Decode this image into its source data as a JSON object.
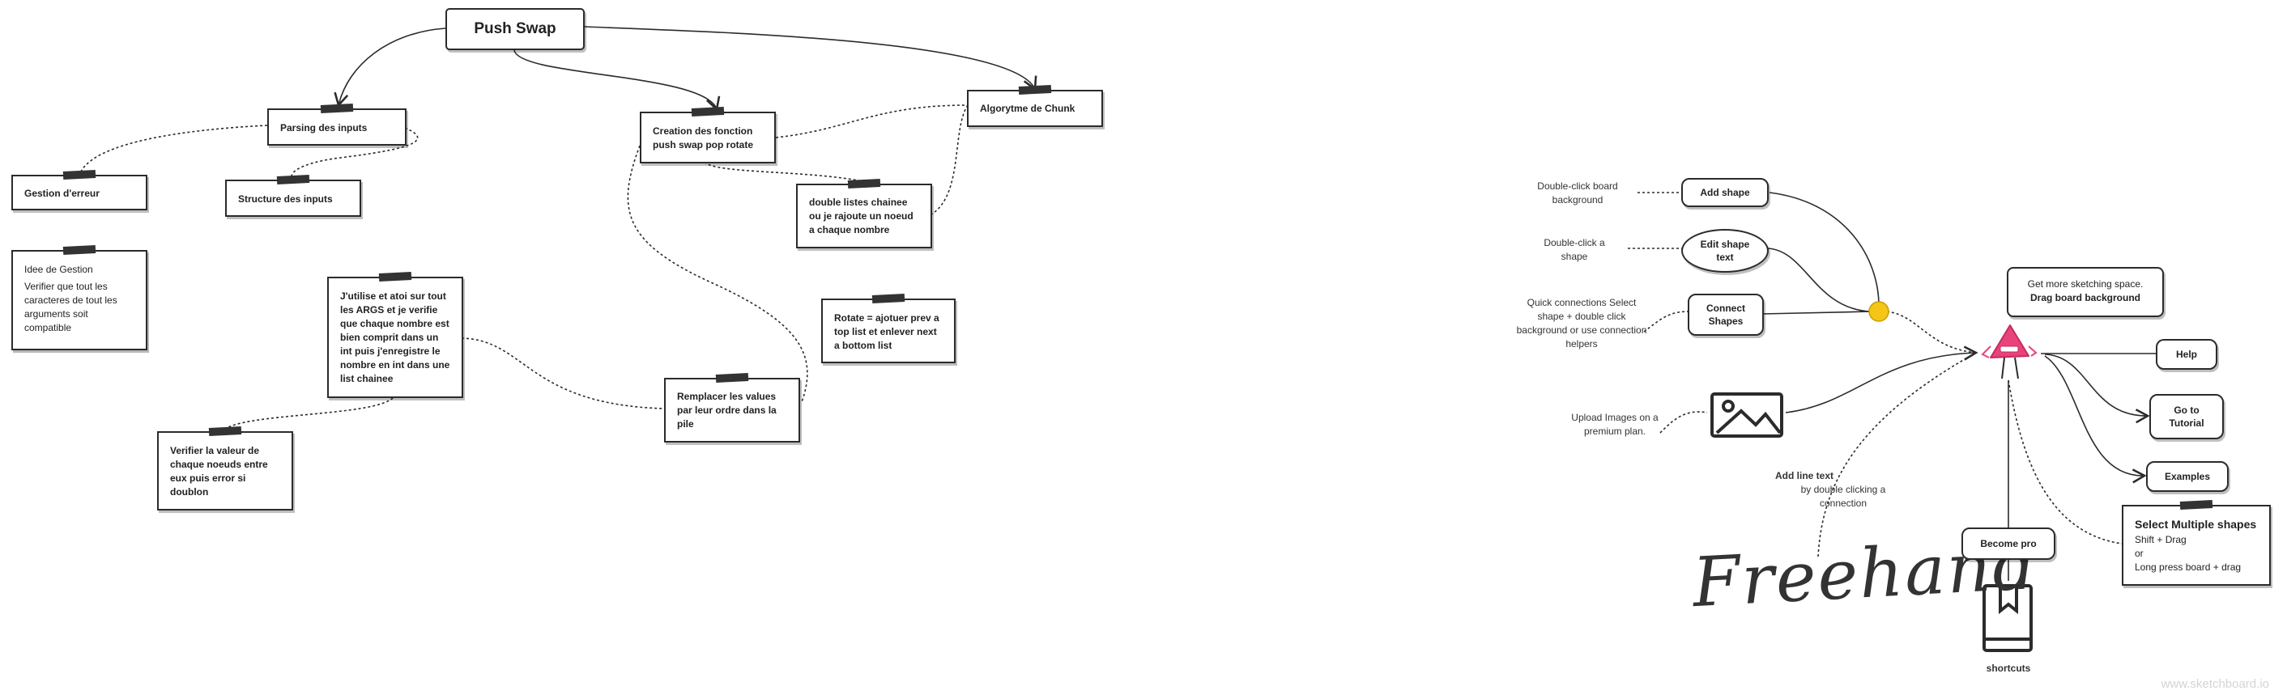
{
  "title": "Push Swap",
  "nodes": {
    "parsing": "Parsing des inputs",
    "gestion_erreur": "Gestion d'erreur",
    "structure": "Structure des inputs",
    "idee_title": "Idee de Gestion",
    "idee_body": "Verifier que tout les caracteres de tout les arguments soit compatible",
    "creation": "Creation des fonction push swap pop rotate",
    "algo": "Algorytme de Chunk",
    "double_listes": "double listes chainee ou je rajoute un noeud a chaque nombre",
    "rotate": "Rotate = ajotuer prev a top list et enlever next a bottom list",
    "atoi": "J'utilise et atoi sur tout les ARGS et je verifie que chaque nombre est bien comprit dans un int puis j'enregistre le nombre en int dans une list chainee",
    "remplacer": "Remplacer les values par leur ordre dans la pile",
    "verifier": "Verifier la valeur de chaque noeuds entre eux puis error si doublon"
  },
  "tutorial": {
    "double_click_board": "Double-click board background",
    "add_shape": "Add shape",
    "double_click_shape": "Double-click a shape",
    "edit_shape_text": "Edit shape text",
    "quick_connections": "Quick connections Select shape + double click background or use connection helpers",
    "connect_shapes": "Connect Shapes",
    "upload_images": "Upload Images on a premium plan.",
    "add_line_text_title": "Add line text",
    "add_line_text_body": "by double clicking a connection",
    "freehand": "Freehand",
    "become_pro": "Become pro",
    "shortcuts": "shortcuts",
    "get_more_line1": "Get more sketching space.",
    "get_more_line2": "Drag board background",
    "help": "Help",
    "go_to_tutorial": "Go to Tutorial",
    "examples": "Examples",
    "select_multiple_title": "Select Multiple shapes",
    "select_multiple_l1": "Shift + Drag",
    "select_multiple_l2": "or",
    "select_multiple_l3": "Long press board + drag"
  },
  "watermark": "www.sketchboard.io",
  "colors": {
    "mascot": "#e8437a",
    "connector_dot": "#f5c518",
    "stroke": "#2b2b2b"
  }
}
